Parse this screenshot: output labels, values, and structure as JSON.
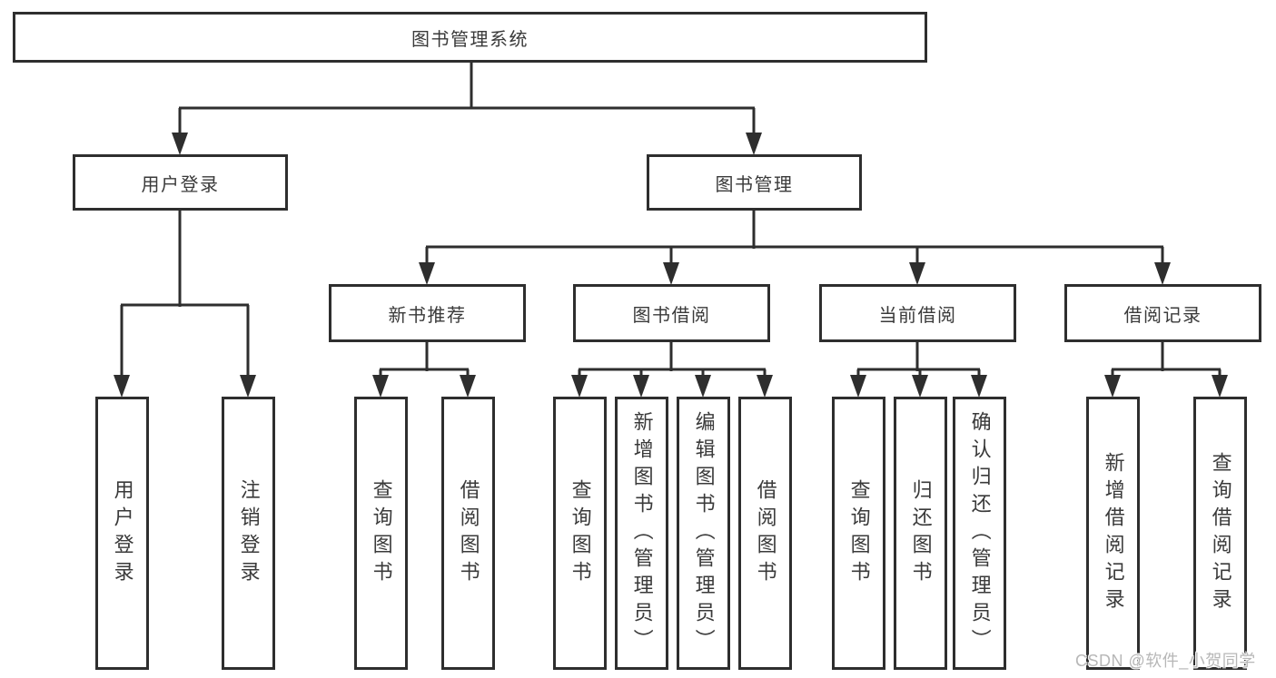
{
  "theme": {
    "line_color": "#2e2e2e",
    "text_color": "#3a3a3a",
    "watermark_color": "#b7b7b7",
    "background": "#ffffff"
  },
  "watermark": "CSDN @软件_小贺同学",
  "tree": {
    "root": {
      "label": "图书管理系统",
      "children": [
        {
          "label": "用户登录",
          "children": [
            {
              "label": "用户登录"
            },
            {
              "label": "注销登录"
            }
          ]
        },
        {
          "label": "图书管理",
          "children": [
            {
              "label": "新书推荐",
              "children": [
                {
                  "label": "查询图书"
                },
                {
                  "label": "借阅图书"
                }
              ]
            },
            {
              "label": "图书借阅",
              "children": [
                {
                  "label": "查询图书"
                },
                {
                  "label": "新增图书（管理员）"
                },
                {
                  "label": "编辑图书（管理员）"
                },
                {
                  "label": "借阅图书"
                }
              ]
            },
            {
              "label": "当前借阅",
              "children": [
                {
                  "label": "查询图书"
                },
                {
                  "label": "归还图书"
                },
                {
                  "label": "确认归还（管理员）"
                }
              ]
            },
            {
              "label": "借阅记录",
              "children": [
                {
                  "label": "新增借阅记录"
                },
                {
                  "label": "查询借阅记录"
                }
              ]
            }
          ]
        }
      ]
    }
  }
}
